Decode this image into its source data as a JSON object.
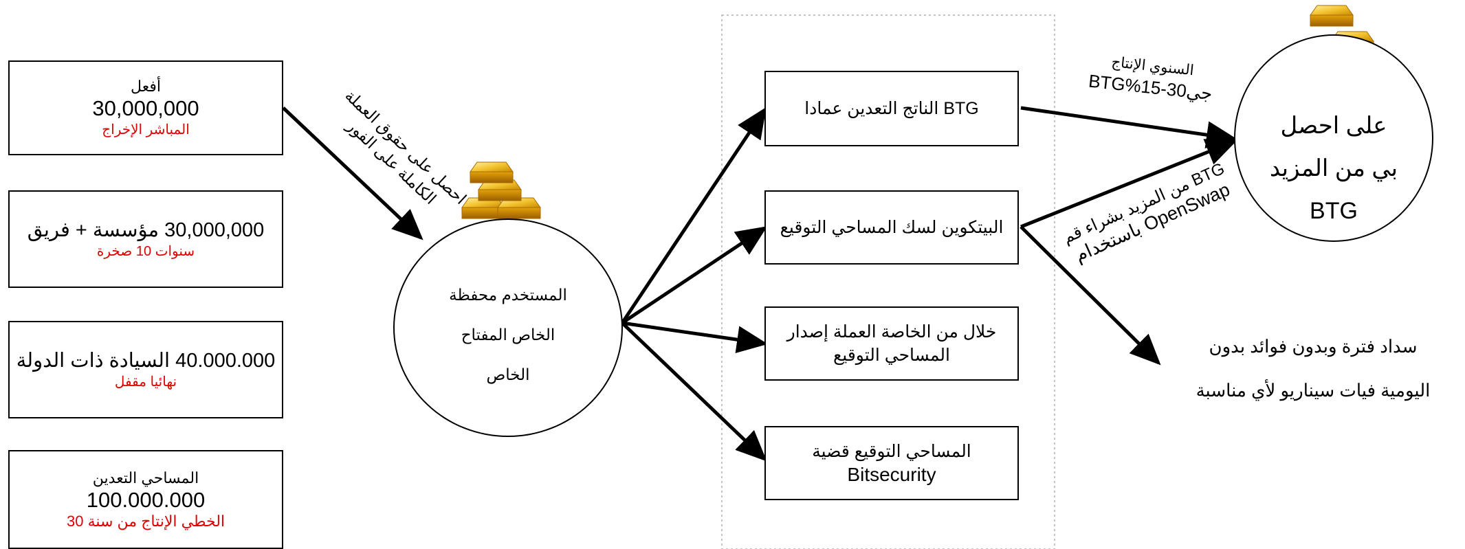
{
  "left_boxes": [
    {
      "title": "أفعل",
      "amount": "30,000,000",
      "note": "المباشر الإخراج"
    },
    {
      "line": "30,000,000 مؤسسة + فريق",
      "note": "سنوات 10 صخرة"
    },
    {
      "line": "40.000.000 السيادة ذات الدولة",
      "note": "نهائيا مقفل"
    },
    {
      "title": "المساحي التعدين",
      "amount": "100.000.000",
      "note": "الخطي الإنتاج من سنة 30"
    }
  ],
  "arrow_label_left": {
    "line1": "احصل على حقوق العملة",
    "line2": "الكاملة على الفور"
  },
  "wallet": {
    "line1": "المستخدم محفظة",
    "line2": "الخاص المفتاح",
    "line3": "الخاص"
  },
  "middle_boxes": [
    {
      "line1": "BTG الناتج التعدين عمادا"
    },
    {
      "line1": "البيتكوين لسك المساحي التوقيع"
    },
    {
      "line1": "خلال من الخاصة العملة إصدار",
      "line2": "المساحي التوقيع"
    },
    {
      "line1": "المساحي التوقيع قضية",
      "line2": "Bitsecurity"
    }
  ],
  "yield_label": {
    "line1": "السنوي الإنتاج",
    "line2": "جيBTG%15-30"
  },
  "openswap_label": {
    "line1": "BTG من المزيد بشراء قم",
    "line2": "OpenSwap باستخدام"
  },
  "get_more": {
    "line1": "على احصل",
    "line2": "بي من المزيد",
    "line3": "BTG"
  },
  "repay_text": {
    "line1": "سداد فترة وبدون فوائد بدون",
    "line2": "اليومية فيات سيناريو لأي مناسبة"
  },
  "colors": {
    "note_red": "#e00000",
    "gold": "#f2b417",
    "gold_dark": "#b87a00",
    "dotted_border": "#b0b0b0"
  },
  "icons": [
    "gold-bars-icon",
    "gold-bars-icon"
  ]
}
